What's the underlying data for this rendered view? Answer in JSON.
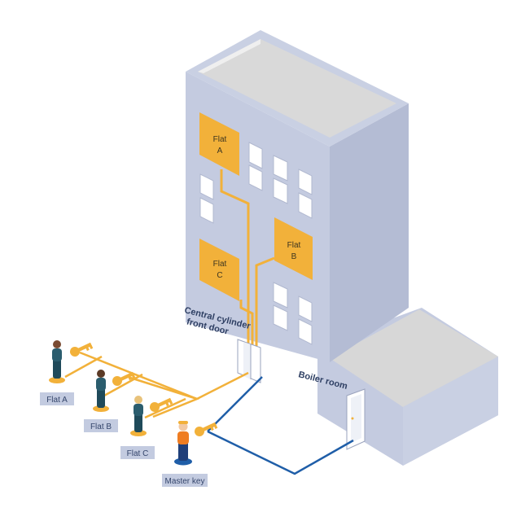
{
  "colors": {
    "facade_front": "#c4cbe0",
    "facade_side": "#aeb7d0",
    "roof": "#d9d9d9",
    "flat_box": "#f2b13a",
    "key_line": "#f2b13a",
    "master_line": "#1f5ea8",
    "tag_bg": "#c3cbe0",
    "tag_text": "#34456b"
  },
  "building": {
    "flat_a": [
      "Flat",
      "A"
    ],
    "flat_b": [
      "Flat",
      "B"
    ],
    "flat_c": [
      "Flat",
      "C"
    ],
    "front_door_label": [
      "Central cylinder",
      "front door"
    ],
    "boiler_room_label": "Boiler room"
  },
  "people": [
    {
      "tag": "Flat A",
      "icon": "key-icon",
      "line_color": "#f2b13a"
    },
    {
      "tag": "Flat B",
      "icon": "key-icon",
      "line_color": "#f2b13a"
    },
    {
      "tag": "Flat C",
      "icon": "key-icon",
      "line_color": "#f2b13a"
    },
    {
      "tag": "Master key",
      "icon": "key-icon",
      "line_color": "#1f5ea8"
    }
  ]
}
